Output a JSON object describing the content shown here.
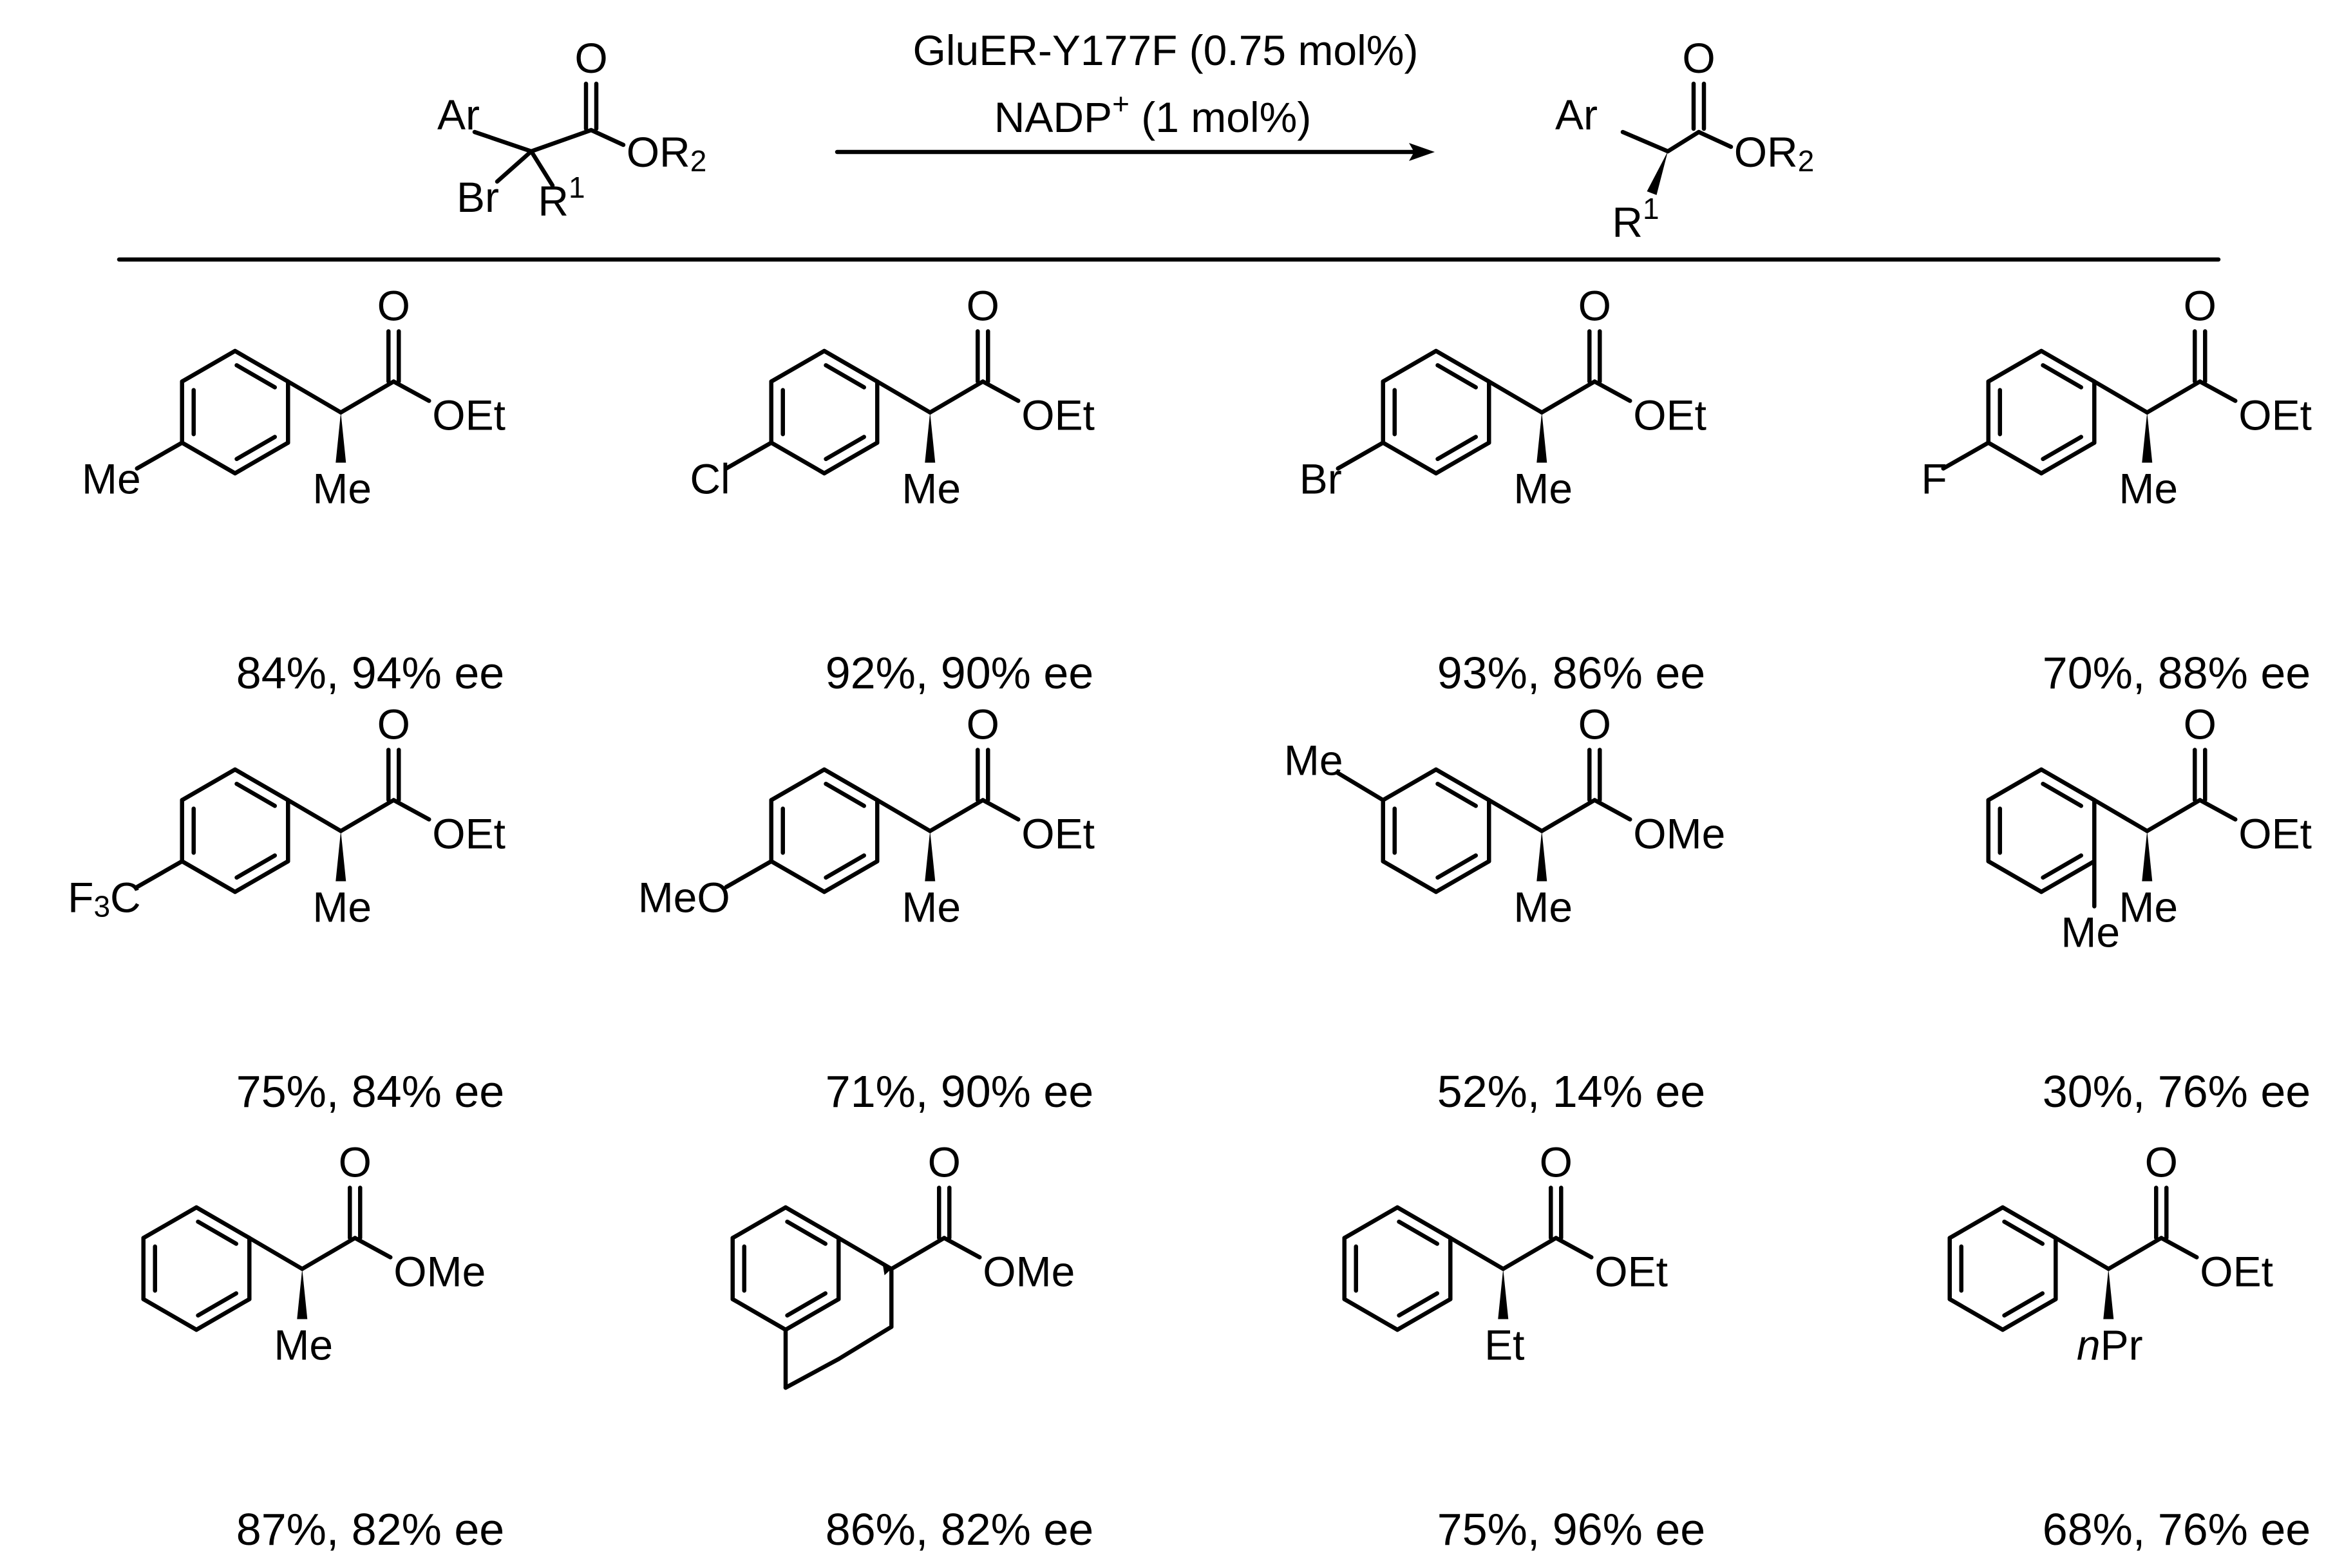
{
  "scheme": {
    "conditions": {
      "enzyme": "GluER-Y177F (0.75 mol%)",
      "cofactor": "NADP",
      "cofactor_sup": "+",
      "cofactor_rest": " (1 mol%)"
    },
    "substrate": {
      "ar": "Ar",
      "br": "Br",
      "r1": "R",
      "r1_sup": "1",
      "o": "O",
      "or2": "OR",
      "or2_sub": "2"
    },
    "product": {
      "ar": "Ar",
      "r1": "R",
      "r1_sup": "1",
      "o": "O",
      "or2": "OR",
      "or2_sub": "2"
    }
  },
  "compounds": [
    {
      "substituent": "Me",
      "ester": "OEt",
      "alpha": "Me",
      "result": "84%, 94% ee"
    },
    {
      "substituent": "Cl",
      "ester": "OEt",
      "alpha": "Me",
      "result": "92%, 90% ee"
    },
    {
      "substituent": "Br",
      "ester": "OEt",
      "alpha": "Me",
      "result": "93%, 86% ee"
    },
    {
      "substituent": "F",
      "ester": "OEt",
      "alpha": "Me",
      "result": "70%, 88% ee"
    },
    {
      "substituent": "F3C",
      "ester": "OEt",
      "alpha": "Me",
      "result": "75%, 84% ee"
    },
    {
      "substituent": "MeO",
      "ester": "OEt",
      "alpha": "Me",
      "result": "71%, 90% ee"
    },
    {
      "substituent": "Me",
      "ester": "OMe",
      "alpha": "Me",
      "result": "52%, 14% ee"
    },
    {
      "substituent": "Me",
      "ester": "OEt",
      "alpha": "Me",
      "result": "30%, 76% ee"
    },
    {
      "substituent": "",
      "ester": "OMe",
      "alpha": "Me",
      "result": "87%, 82% ee"
    },
    {
      "substituent": "",
      "ester": "OMe",
      "alpha": "",
      "result": "86%, 82% ee"
    },
    {
      "substituent": "",
      "ester": "OEt",
      "alpha": "Et",
      "result": "75%, 96% ee"
    },
    {
      "substituent": "",
      "ester": "OEt",
      "alpha": "nPr",
      "result": "68%, 76% ee"
    }
  ]
}
